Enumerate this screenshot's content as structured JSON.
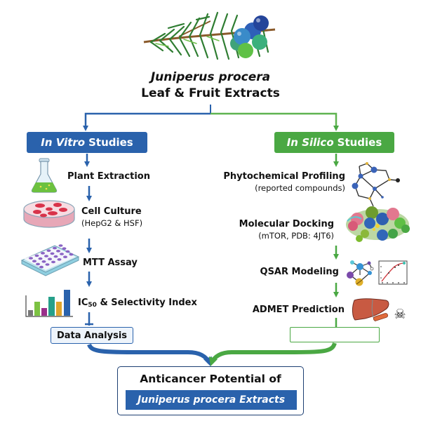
{
  "header": {
    "species": "Juniperus procera",
    "subtitle": "Leaf & Fruit Extracts",
    "illustration": "juniper-branch-icon"
  },
  "colors": {
    "in_vitro": "#2a62ac",
    "in_silico": "#4aa843",
    "final_border": "#1d3f72"
  },
  "in_vitro": {
    "header_italic": "In Vitro",
    "header_rest": "Studies",
    "steps": [
      {
        "label": "Plant Extraction",
        "sub": "",
        "icon": "flask-icon"
      },
      {
        "label": "Cell Culture",
        "sub": "(HepG2 & HSF)",
        "icon": "petri-dish-icon"
      },
      {
        "label": "MTT Assay",
        "sub": "",
        "icon": "well-plate-icon"
      },
      {
        "label_prefix": "IC",
        "label_subscript": "50",
        "label_suffix": " & Selectivity Index",
        "icon": "bar-chart-icon"
      }
    ],
    "terminal": "Data Analysis"
  },
  "in_silico": {
    "header_italic": "In Silico",
    "header_rest": "Studies",
    "steps": [
      {
        "label": "Phytochemical Profiling",
        "sub": "(reported compounds)",
        "icon": "molecule-structure-icon"
      },
      {
        "label": "Molecular Docking",
        "sub": "(mTOR, PDB: 4JT6)",
        "icon": "protein-structure-icon"
      },
      {
        "label": "QSAR Modeling",
        "sub": "",
        "icon": "qsar-graph-icon"
      },
      {
        "label": "ADMET Prediction",
        "sub": "",
        "icon": "liver-toxicity-icon"
      }
    ],
    "terminal_icon": "dna-icon"
  },
  "outcome": {
    "title": "Anticancer Potential of",
    "highlight": "Juniperus procera Extracts"
  }
}
